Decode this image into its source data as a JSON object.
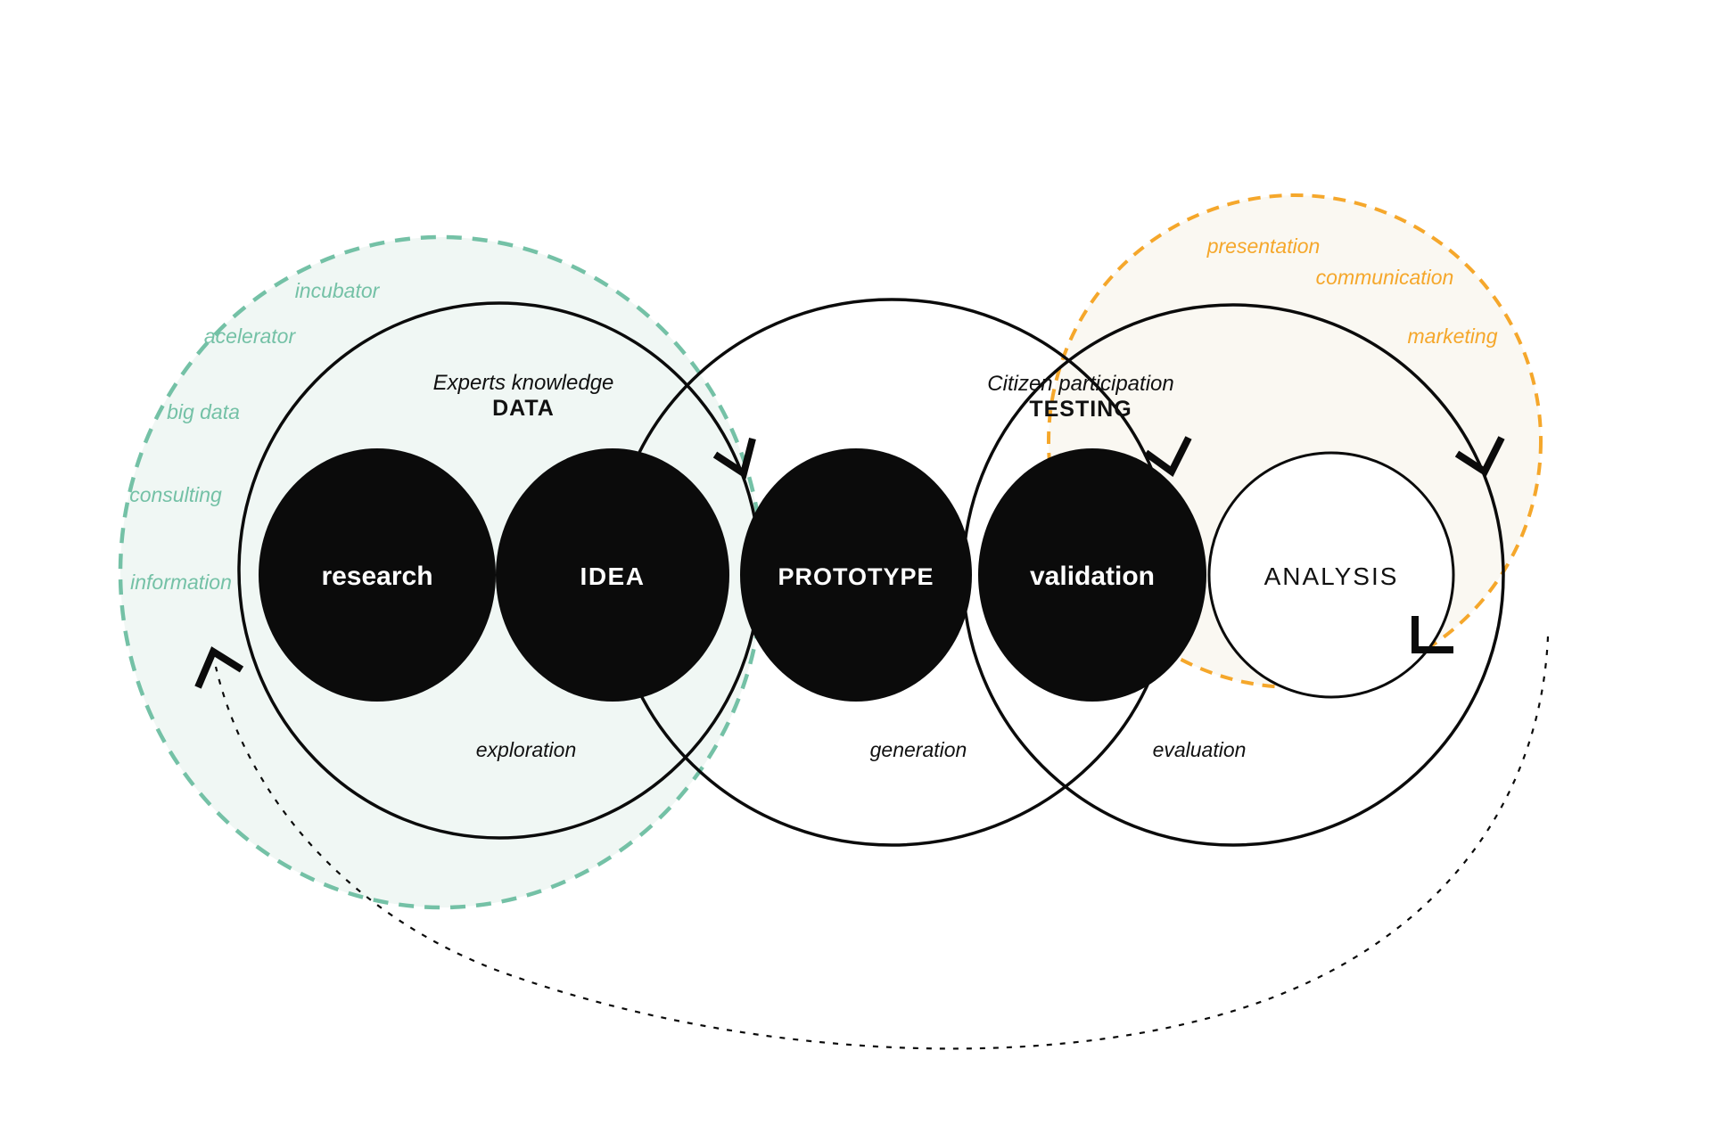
{
  "diagram": {
    "stages": [
      {
        "label": "research",
        "style": "filled"
      },
      {
        "label": "IDEA",
        "style": "filled"
      },
      {
        "label": "PROTOTYPE",
        "style": "filled"
      },
      {
        "label": "validation",
        "style": "filled"
      },
      {
        "label": "ANALYSIS",
        "style": "outline"
      }
    ],
    "phases": [
      {
        "context": "Experts knowledge",
        "method": "DATA",
        "mode": "exploration"
      },
      {
        "context": "",
        "method": "",
        "mode": "generation"
      },
      {
        "context": "Citizen participation",
        "method": "TESTING",
        "mode": "evaluation"
      }
    ],
    "input_ecosystem": {
      "labels": [
        "incubator",
        "acelerator",
        "big data",
        "consulting",
        "information"
      ],
      "color": "#74C1A6"
    },
    "output_ecosystem": {
      "labels": [
        "presentation",
        "communication",
        "marketing"
      ],
      "color": "#F5A72B"
    },
    "colors": {
      "teal_stroke": "#74C1A6",
      "teal_fill": "#F0F7F4",
      "orange_stroke": "#F5A72B",
      "orange_fill": "#FAF8F2",
      "ink": "#0B0B0B",
      "stage_text": "#FFFFFF"
    }
  }
}
